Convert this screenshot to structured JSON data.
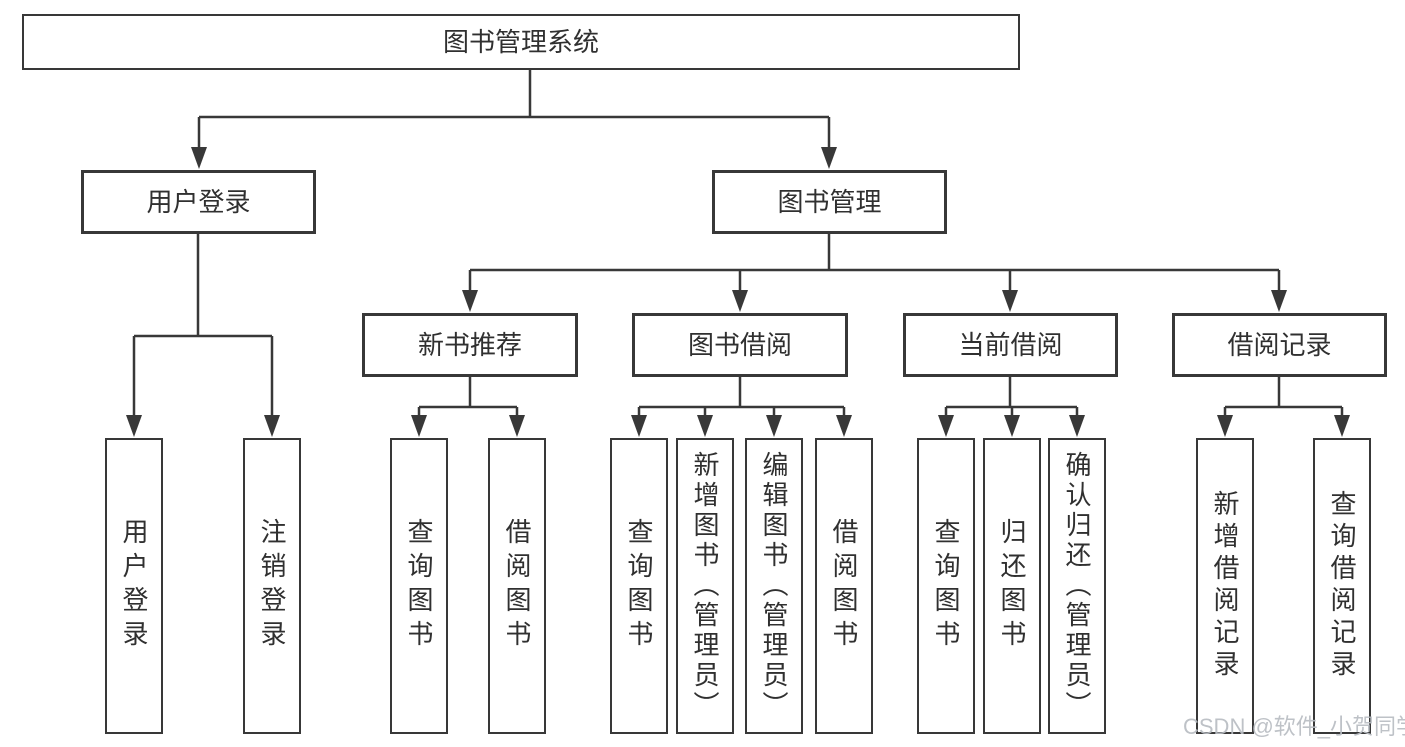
{
  "diagram": {
    "title": "图书管理系统",
    "tree": {
      "label": "图书管理系统",
      "children": [
        {
          "label": "用户登录",
          "children": [
            {
              "label": "用户登录"
            },
            {
              "label": "注销登录"
            }
          ]
        },
        {
          "label": "图书管理",
          "children": [
            {
              "label": "新书推荐",
              "children": [
                {
                  "label": "查询图书"
                },
                {
                  "label": "借阅图书"
                }
              ]
            },
            {
              "label": "图书借阅",
              "children": [
                {
                  "label": "查询图书"
                },
                {
                  "label": "新增图书（管理员）"
                },
                {
                  "label": "编辑图书（管理员）"
                },
                {
                  "label": "借阅图书"
                }
              ]
            },
            {
              "label": "当前借阅",
              "children": [
                {
                  "label": "查询图书"
                },
                {
                  "label": "归还图书"
                },
                {
                  "label": "确认归还（管理员）"
                }
              ]
            },
            {
              "label": "借阅记录",
              "children": [
                {
                  "label": "新增借阅记录"
                },
                {
                  "label": "查询借阅记录"
                }
              ]
            }
          ]
        }
      ]
    },
    "watermark": "CSDN @软件_小贺同学",
    "colors": {
      "line": "#383838",
      "text": "#303030",
      "watermark": "#b9bdc3",
      "background": "#ffffff"
    }
  }
}
